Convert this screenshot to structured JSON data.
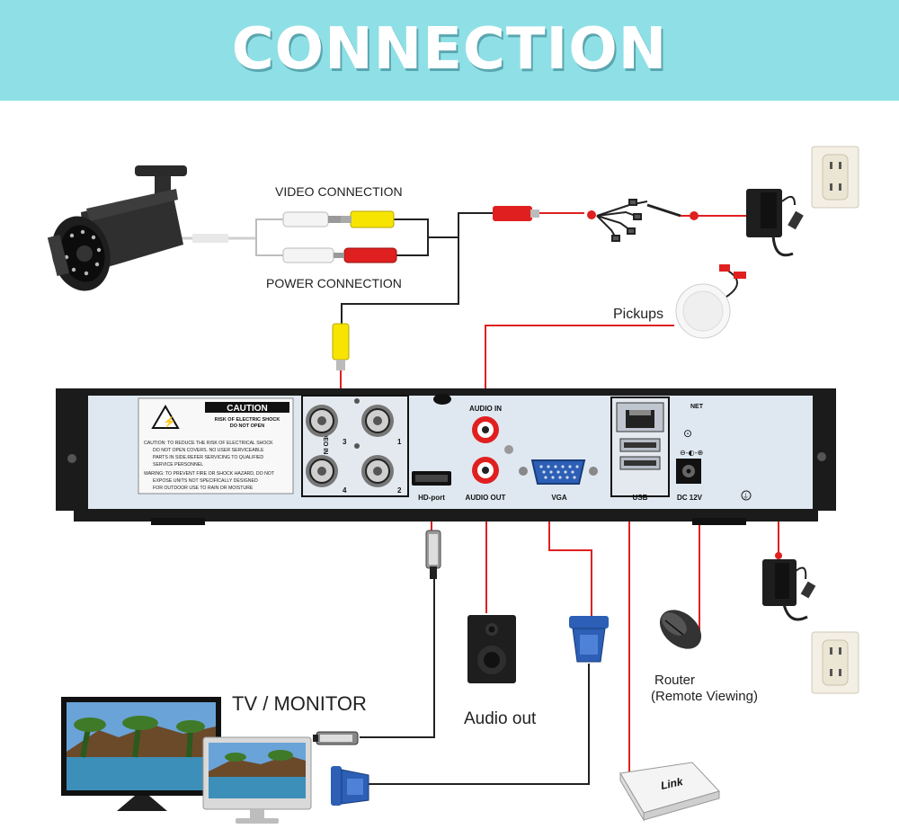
{
  "banner": {
    "title": "CONNECTION",
    "background": "#8fe0e6"
  },
  "labels": {
    "video_connection": "VIDEO CONNECTION",
    "power_connection": "POWER CONNECTION",
    "pickups": "Pickups",
    "tv_monitor": "TV / MONITOR",
    "audio_out_device": "Audio out",
    "router_line1": "Router",
    "router_line2": "(Remote Viewing)",
    "router_brand": "Link"
  },
  "dvr_panel": {
    "caution_title": "CAUTION",
    "caution_sub1": "RISK OF ELECTRIC SHOCK",
    "caution_sub2": "DO NOT OPEN",
    "warning_lines": [
      "CAUTION: TO REDUCE THE RISK OF ELECTRICAL SHOCK",
      "DO NOT OPEN COVERS. NO USER SERVICEABLE",
      "PARTS IN SIDE.REFER SERVICING TO QUALIFIED",
      "SERVICE PERSONNEL",
      "WARING: TO PREVENT FIRE OR SHOCK HAZARD, DO NOT",
      "EXPOSE UNITS NOT SPECIFICALLY DESIGNED",
      "FOR OUTDOOR USE TO RAIN OR MOISTURE"
    ],
    "video_in": "VIDEO IN",
    "bnc_numbers": [
      "3",
      "1",
      "4",
      "2"
    ],
    "audio_in": "AUDIO IN",
    "audio_out": "AUDIO OUT",
    "hd_port": "HD-port",
    "vga": "VGA",
    "usb": "USB",
    "net": "NET",
    "dc12v": "DC 12V"
  },
  "colors": {
    "wire_red": "#e02020",
    "wire_black": "#222222",
    "dvr_body": "#1b1b1b",
    "dvr_panel": "#dfe8f1"
  }
}
